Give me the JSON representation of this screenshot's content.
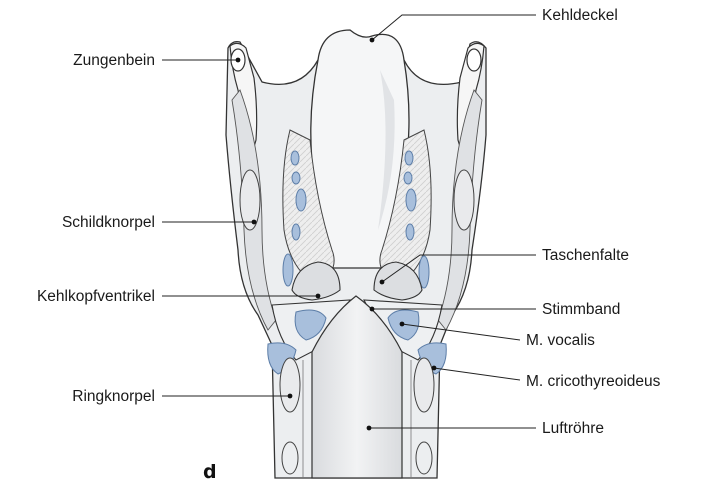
{
  "labels": {
    "left": [
      "Zungenbein",
      "Schildknorpel",
      "Kehlkopfventrikel",
      "Ringknorpel"
    ],
    "right": [
      "Kehldeckel",
      "Taschenfalte",
      "Stimmband",
      "M. vocalis",
      "M. cricothyreoideus",
      "Luftröhre"
    ]
  },
  "panel_letter": "d",
  "colors": {
    "cartilage": "#e6e8ea",
    "soft_tissue": "#f2f3f4",
    "muscle": "#a8bfdc",
    "muscle_edge": "#5d7ea8",
    "outline": "#333333"
  }
}
